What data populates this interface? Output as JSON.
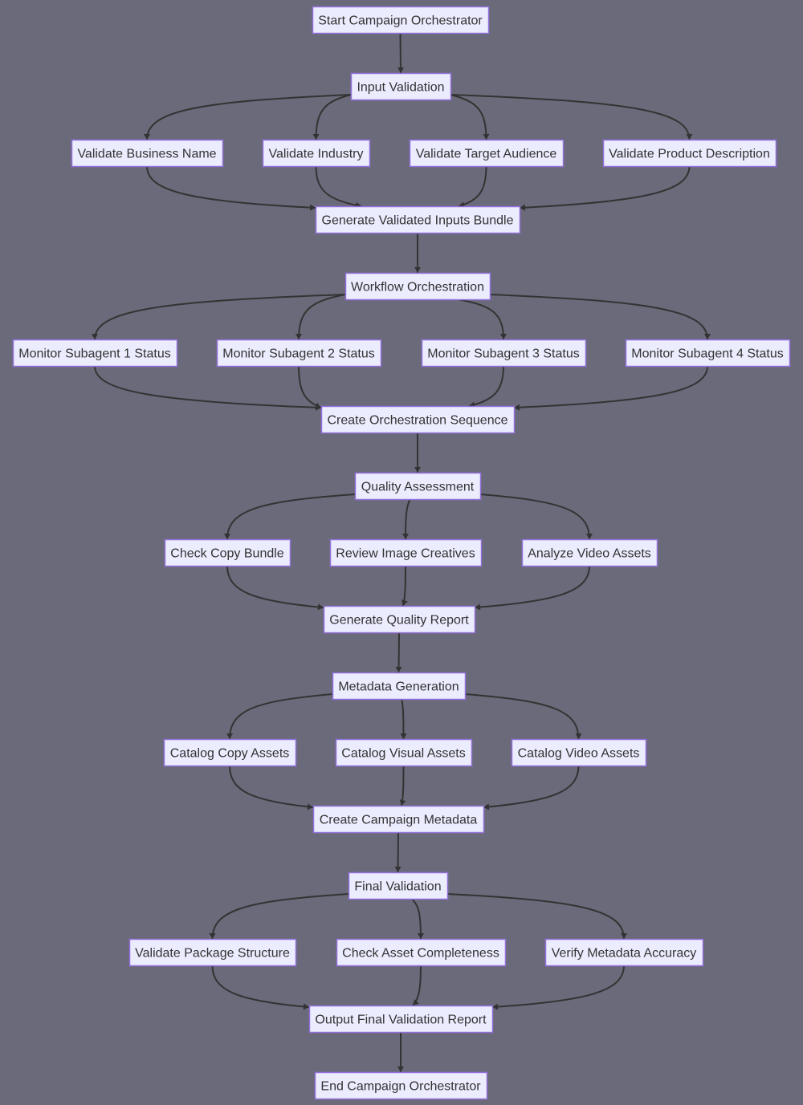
{
  "diagram": {
    "type": "flowchart",
    "direction": "top-down",
    "colors": {
      "background": "#6a6a7a",
      "node_fill": "#ececff",
      "node_stroke": "#9370db",
      "edge": "#333333",
      "text": "#333333"
    },
    "nodes": [
      {
        "id": "start",
        "label": "Start Campaign Orchestrator"
      },
      {
        "id": "input_validation",
        "label": "Input Validation"
      },
      {
        "id": "validate_business_name",
        "label": "Validate Business Name"
      },
      {
        "id": "validate_industry",
        "label": "Validate Industry"
      },
      {
        "id": "validate_target_audience",
        "label": "Validate Target Audience"
      },
      {
        "id": "validate_product_description",
        "label": "Validate Product Description"
      },
      {
        "id": "generate_validated_inputs_bundle",
        "label": "Generate Validated Inputs Bundle"
      },
      {
        "id": "workflow_orchestration",
        "label": "Workflow Orchestration"
      },
      {
        "id": "monitor_subagent_1",
        "label": "Monitor Subagent 1 Status"
      },
      {
        "id": "monitor_subagent_2",
        "label": "Monitor Subagent 2 Status"
      },
      {
        "id": "monitor_subagent_3",
        "label": "Monitor Subagent 3 Status"
      },
      {
        "id": "monitor_subagent_4",
        "label": "Monitor Subagent 4 Status"
      },
      {
        "id": "create_orchestration_sequence",
        "label": "Create Orchestration Sequence"
      },
      {
        "id": "quality_assessment",
        "label": "Quality Assessment"
      },
      {
        "id": "check_copy_bundle",
        "label": "Check Copy Bundle"
      },
      {
        "id": "review_image_creatives",
        "label": "Review Image Creatives"
      },
      {
        "id": "analyze_video_assets",
        "label": "Analyze Video Assets"
      },
      {
        "id": "generate_quality_report",
        "label": "Generate Quality Report"
      },
      {
        "id": "metadata_generation",
        "label": "Metadata Generation"
      },
      {
        "id": "catalog_copy_assets",
        "label": "Catalog Copy Assets"
      },
      {
        "id": "catalog_visual_assets",
        "label": "Catalog Visual Assets"
      },
      {
        "id": "catalog_video_assets",
        "label": "Catalog Video Assets"
      },
      {
        "id": "create_campaign_metadata",
        "label": "Create Campaign Metadata"
      },
      {
        "id": "final_validation",
        "label": "Final Validation"
      },
      {
        "id": "validate_package_structure",
        "label": "Validate Package Structure"
      },
      {
        "id": "check_asset_completeness",
        "label": "Check Asset Completeness"
      },
      {
        "id": "verify_metadata_accuracy",
        "label": "Verify Metadata Accuracy"
      },
      {
        "id": "output_final_validation_report",
        "label": "Output Final Validation Report"
      },
      {
        "id": "end",
        "label": "End Campaign Orchestrator"
      }
    ],
    "edges": [
      [
        "start",
        "input_validation"
      ],
      [
        "input_validation",
        "validate_business_name"
      ],
      [
        "input_validation",
        "validate_industry"
      ],
      [
        "input_validation",
        "validate_target_audience"
      ],
      [
        "input_validation",
        "validate_product_description"
      ],
      [
        "validate_business_name",
        "generate_validated_inputs_bundle"
      ],
      [
        "validate_industry",
        "generate_validated_inputs_bundle"
      ],
      [
        "validate_target_audience",
        "generate_validated_inputs_bundle"
      ],
      [
        "validate_product_description",
        "generate_validated_inputs_bundle"
      ],
      [
        "generate_validated_inputs_bundle",
        "workflow_orchestration"
      ],
      [
        "workflow_orchestration",
        "monitor_subagent_1"
      ],
      [
        "workflow_orchestration",
        "monitor_subagent_2"
      ],
      [
        "workflow_orchestration",
        "monitor_subagent_3"
      ],
      [
        "workflow_orchestration",
        "monitor_subagent_4"
      ],
      [
        "monitor_subagent_1",
        "create_orchestration_sequence"
      ],
      [
        "monitor_subagent_2",
        "create_orchestration_sequence"
      ],
      [
        "monitor_subagent_3",
        "create_orchestration_sequence"
      ],
      [
        "monitor_subagent_4",
        "create_orchestration_sequence"
      ],
      [
        "create_orchestration_sequence",
        "quality_assessment"
      ],
      [
        "quality_assessment",
        "check_copy_bundle"
      ],
      [
        "quality_assessment",
        "review_image_creatives"
      ],
      [
        "quality_assessment",
        "analyze_video_assets"
      ],
      [
        "check_copy_bundle",
        "generate_quality_report"
      ],
      [
        "review_image_creatives",
        "generate_quality_report"
      ],
      [
        "analyze_video_assets",
        "generate_quality_report"
      ],
      [
        "generate_quality_report",
        "metadata_generation"
      ],
      [
        "metadata_generation",
        "catalog_copy_assets"
      ],
      [
        "metadata_generation",
        "catalog_visual_assets"
      ],
      [
        "metadata_generation",
        "catalog_video_assets"
      ],
      [
        "catalog_copy_assets",
        "create_campaign_metadata"
      ],
      [
        "catalog_visual_assets",
        "create_campaign_metadata"
      ],
      [
        "catalog_video_assets",
        "create_campaign_metadata"
      ],
      [
        "create_campaign_metadata",
        "final_validation"
      ],
      [
        "final_validation",
        "validate_package_structure"
      ],
      [
        "final_validation",
        "check_asset_completeness"
      ],
      [
        "final_validation",
        "verify_metadata_accuracy"
      ],
      [
        "validate_package_structure",
        "output_final_validation_report"
      ],
      [
        "check_asset_completeness",
        "output_final_validation_report"
      ],
      [
        "verify_metadata_accuracy",
        "output_final_validation_report"
      ],
      [
        "output_final_validation_report",
        "end"
      ]
    ]
  }
}
